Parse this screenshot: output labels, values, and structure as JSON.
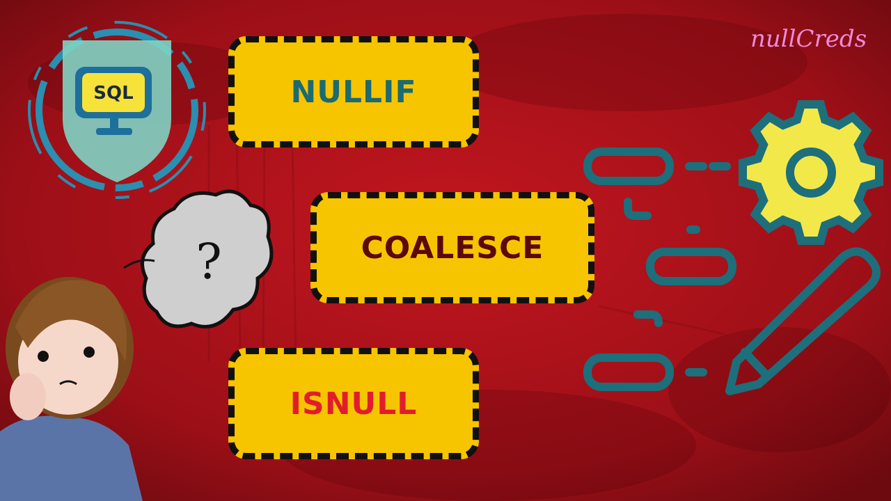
{
  "labels": {
    "nullif": "NULLIF",
    "coalesce": "COALESCE",
    "isnull": "ISNULL"
  },
  "brand": "nullCreds",
  "sql_badge": "SQL",
  "question_mark": "?",
  "icons": [
    "sql-shield-icon",
    "monitor-icon",
    "thought-cloud-icon",
    "flowchart-icon",
    "gear-icon",
    "pencil-icon",
    "girl-thinking-illustration"
  ],
  "colors": {
    "background": "#a8111a",
    "box_fill": "#f7c400",
    "box_border": "#111111",
    "nullif_text": "#1a6b73",
    "coalesce_text": "#5a0a0a",
    "isnull_text": "#e11d2c",
    "teal": "#1d6f7c",
    "gear_yellow": "#f3e84a",
    "brand_pink": "#f08ad8",
    "shield": "#7fd3c4"
  }
}
